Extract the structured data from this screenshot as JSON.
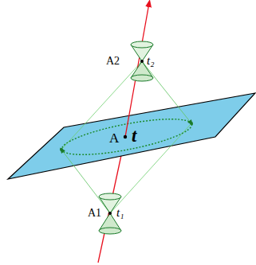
{
  "diagram": {
    "labels": [
      "A2",
      "t₂",
      "A",
      "t",
      "A1",
      "t₁"
    ]
  }
}
